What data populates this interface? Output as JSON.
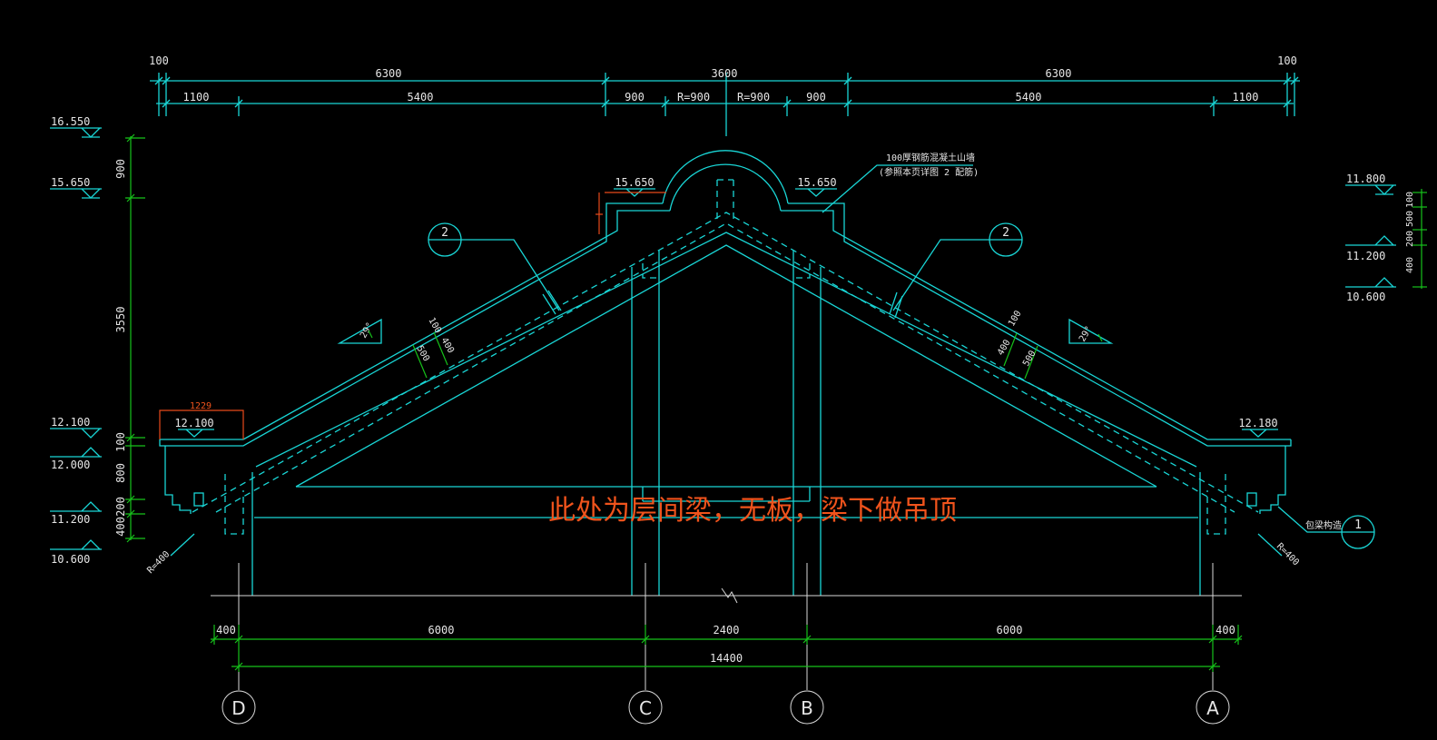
{
  "top_dims": {
    "row1": [
      "100",
      "6300",
      "3600",
      "6300",
      "100"
    ],
    "row2": [
      "1100",
      "5400",
      "900",
      "R=900",
      "R=900",
      "900",
      "5400",
      "1100"
    ]
  },
  "bottom_dims": {
    "row1": [
      "400",
      "6000",
      "2400",
      "6000",
      "400"
    ],
    "total": "14400"
  },
  "axes": [
    "D",
    "C",
    "B",
    "A"
  ],
  "left_levels": [
    "16.550",
    "15.650",
    "12.100",
    "12.000",
    "11.200",
    "10.600"
  ],
  "left_vdims": [
    "900",
    "3550",
    "100",
    "800",
    "200",
    "400"
  ],
  "right_levels": [
    "11.800",
    "11.200",
    "10.600"
  ],
  "right_vdims": [
    "100",
    "500",
    "200",
    "400"
  ],
  "roof": {
    "left_level": "15.650",
    "right_level": "15.650",
    "eave_left": "12.100",
    "eave_right": "12.180",
    "slope_left": "29°",
    "slope_right": "29°",
    "thk_left": [
      "100",
      "400",
      "500"
    ],
    "thk_right": [
      "100",
      "400",
      "500"
    ],
    "red_dim": "1229"
  },
  "notes": {
    "gable_line1": "100厚钢筋混凝土山墙",
    "gable_line2": "(参照本页详图 2 配筋)",
    "center": "此处为层间梁，无板，梁下做吊顶",
    "detail_right": "包梁构造",
    "r_left": "R=400",
    "r_right": "R=400"
  },
  "callouts": [
    "2",
    "2",
    "1"
  ]
}
